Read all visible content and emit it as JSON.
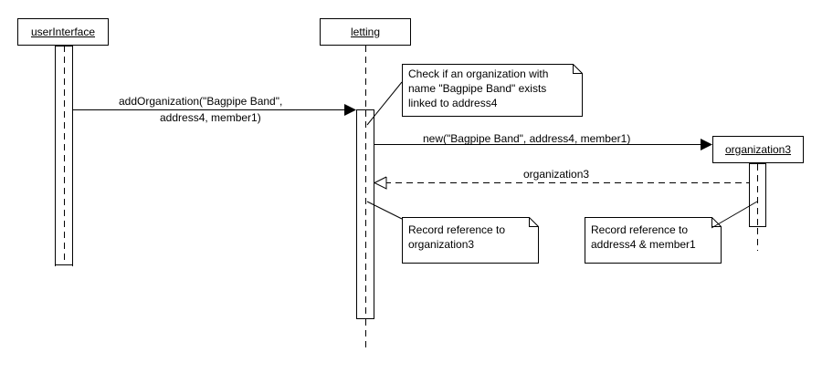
{
  "lifelines": {
    "user_interface": "userInterface",
    "letting": "letting",
    "organization3": "organization3"
  },
  "messages": {
    "add_organization_line1": "addOrganization(\"Bagpipe Band\",",
    "add_organization_line2": "address4, member1)",
    "new_organization": "new(\"Bagpipe Band\", address4, member1)",
    "return_value": "organization3"
  },
  "notes": {
    "check_exists": "Check if an organization with\nname \"Bagpipe Band\" exists\nlinked to address4",
    "record_org": "Record reference to\norganization3",
    "record_addr": "Record reference to\naddress4 & member1"
  }
}
